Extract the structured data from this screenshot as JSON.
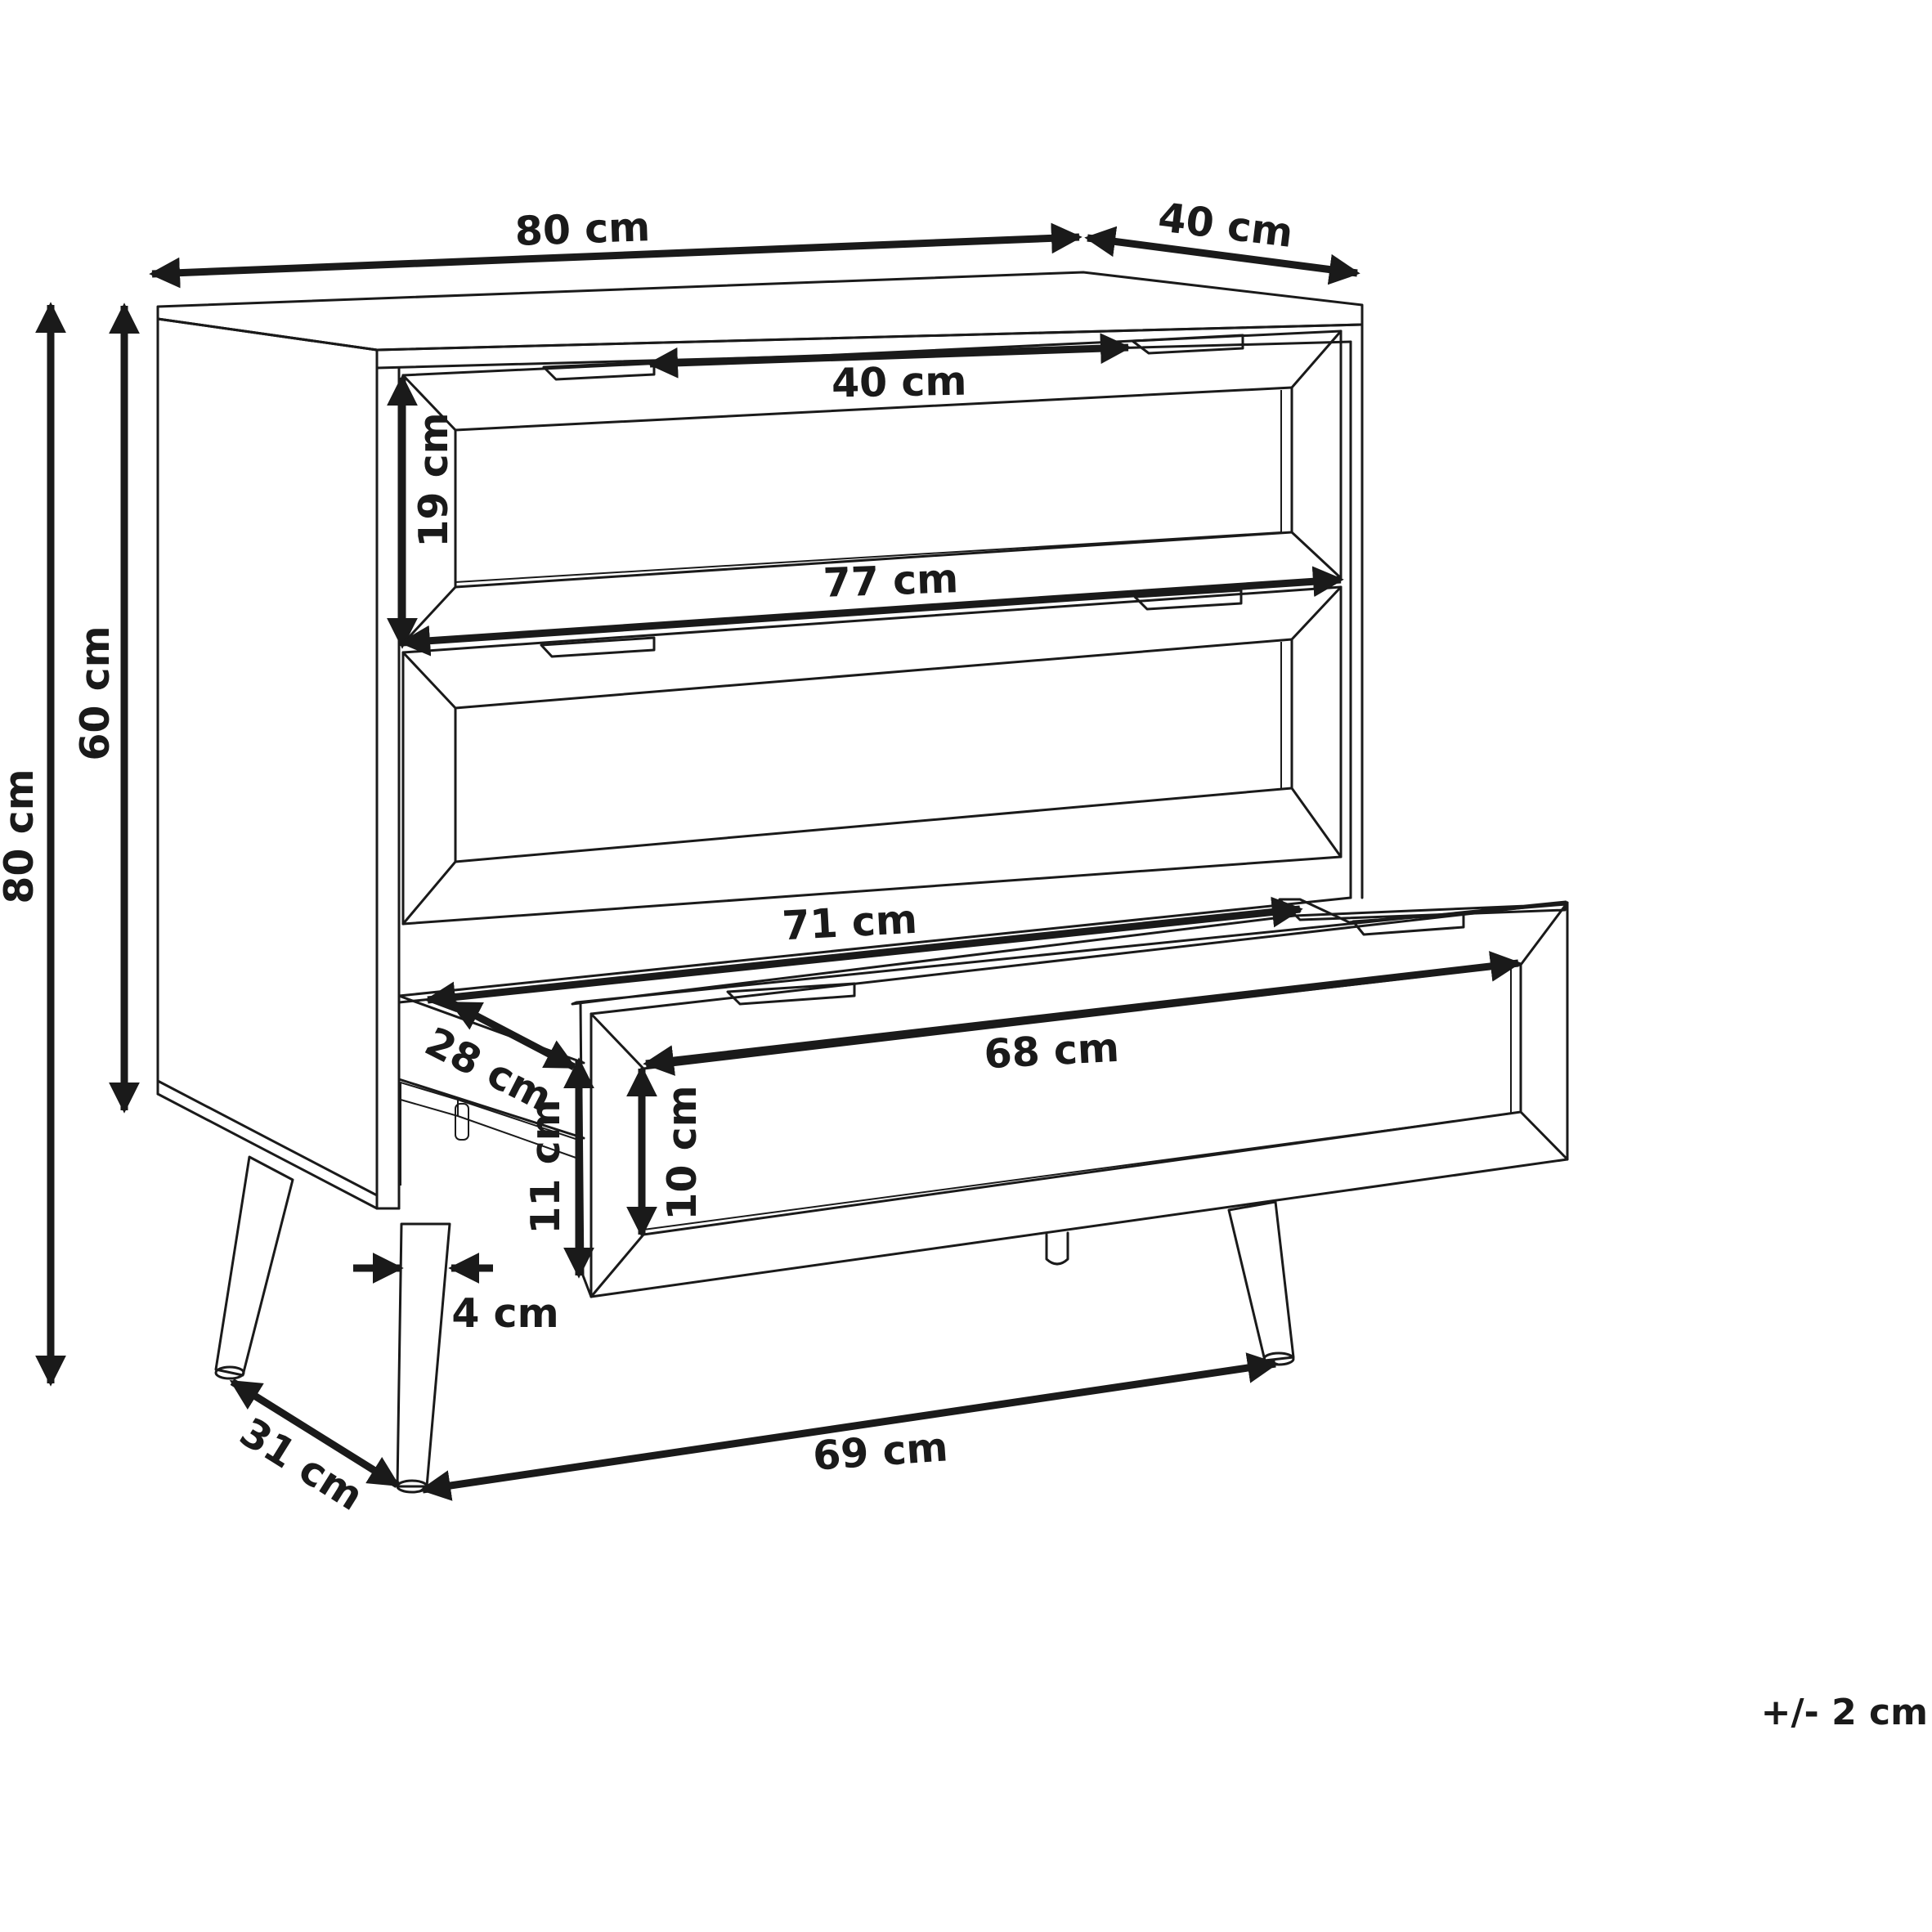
{
  "dimensions": {
    "width_top": "80 cm",
    "depth_top": "40 cm",
    "drawer_handle_spacing": "40 cm",
    "drawer_front_height": "19 cm",
    "drawer_front_width": "77 cm",
    "carcass_height": "60 cm",
    "total_height": "80 cm",
    "drawer_inner_width": "71 cm",
    "drawer_inner_depth": "28 cm",
    "drawer_outer_height": "11 cm",
    "drawer_inner_length": "68 cm",
    "drawer_inner_height": "10 cm",
    "leg_width": "4 cm",
    "leg_depth_spacing": "31 cm",
    "leg_width_spacing": "69 cm"
  },
  "tolerance": "+/- 2 cm"
}
